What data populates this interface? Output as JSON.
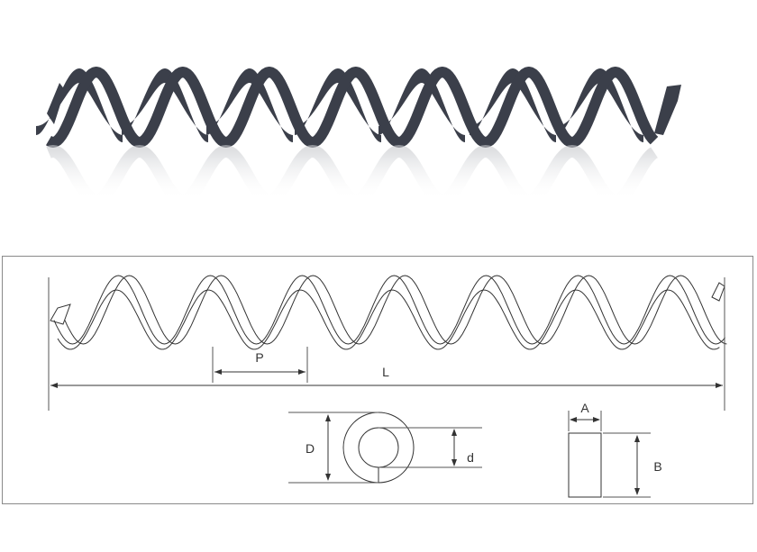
{
  "product_photo": {
    "color": "#3b3f4a",
    "reflection_color": "#c9cbcf"
  },
  "technical_drawing": {
    "frame_color": "#8a8a8a",
    "line_color": "#333333",
    "labels": {
      "pitch": "P",
      "length": "L",
      "outer_diameter": "D",
      "inner_diameter": "d",
      "section_width": "A",
      "section_height": "B"
    }
  }
}
